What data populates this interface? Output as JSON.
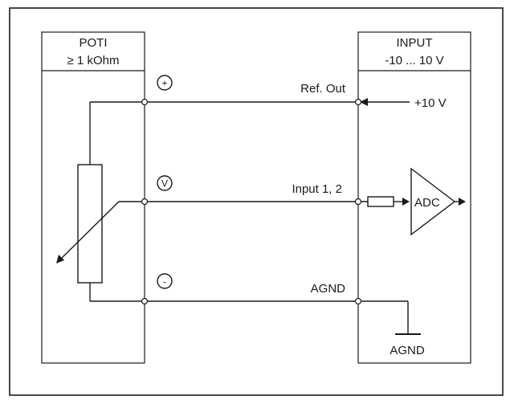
{
  "poti_box": {
    "line1": "POTI",
    "line2": "≥ 1 kOhm"
  },
  "input_box": {
    "line1": "INPUT",
    "line2": "-10 ... 10 V"
  },
  "terminals": {
    "plus": "+",
    "v": "V",
    "minus": "-"
  },
  "signals": {
    "ref_out": "Ref. Out",
    "plus_10v": "+10 V",
    "input_12": "Input 1, 2",
    "agnd": "AGND",
    "agnd_ground": "AGND"
  },
  "adc": {
    "label": "ADC"
  }
}
